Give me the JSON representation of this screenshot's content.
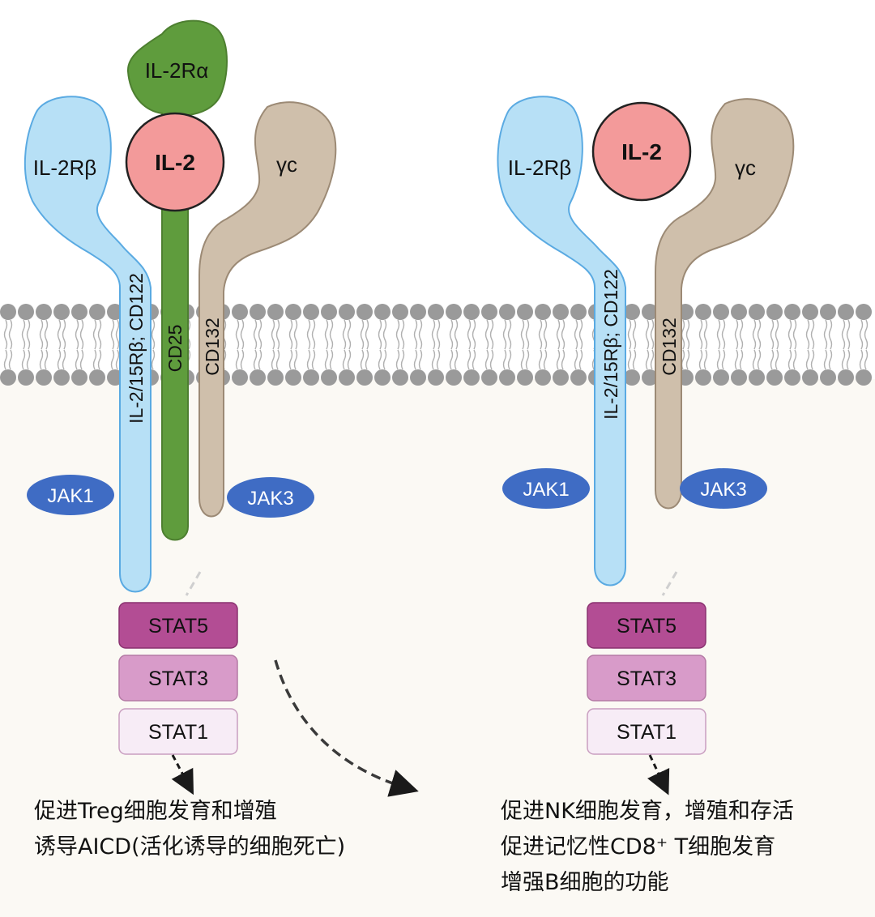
{
  "colors": {
    "cytoplasm": "#fbf9f4",
    "beta_fill": "#b7e0f6",
    "beta_stroke": "#5aaae2",
    "alpha_fill": "#5f9c3d",
    "gamma_fill": "#cfbfab",
    "gamma_stroke": "#9c8a75",
    "il2_fill": "#f39a9a",
    "jak_fill": "#3f6cc4",
    "stat5_fill": "#b34d94",
    "stat3_fill": "#d89bc9",
    "stat1_fill": "#f7ecf6"
  },
  "left_complex": {
    "il2rb_label": "IL-2Rβ",
    "il2ra_label": "IL-2Rα",
    "il2_label": "IL-2",
    "gc_label": "γc",
    "beta_chain_label": "IL-2/15Rβ; CD122",
    "cd25_label": "CD25",
    "cd132_label": "CD132",
    "jak1_label": "JAK1",
    "jak3_label": "JAK3",
    "stat5_label": "STAT5",
    "stat3_label": "STAT3",
    "stat1_label": "STAT1",
    "effects": [
      "促进Treg细胞发育和增殖",
      "诱导AICD(活化诱导的细胞死亡)"
    ]
  },
  "right_complex": {
    "il2rb_label": "IL-2Rβ",
    "il2_label": "IL-2",
    "gc_label": "γc",
    "beta_chain_label": "IL-2/15Rβ; CD122",
    "cd132_label": "CD132",
    "jak1_label": "JAK1",
    "jak3_label": "JAK3",
    "stat5_label": "STAT5",
    "stat3_label": "STAT3",
    "stat1_label": "STAT1",
    "effects": [
      "促进NK细胞发育，增殖和存活",
      "促进记忆性CD8⁺ T细胞发育",
      "增强B细胞的功能"
    ]
  }
}
